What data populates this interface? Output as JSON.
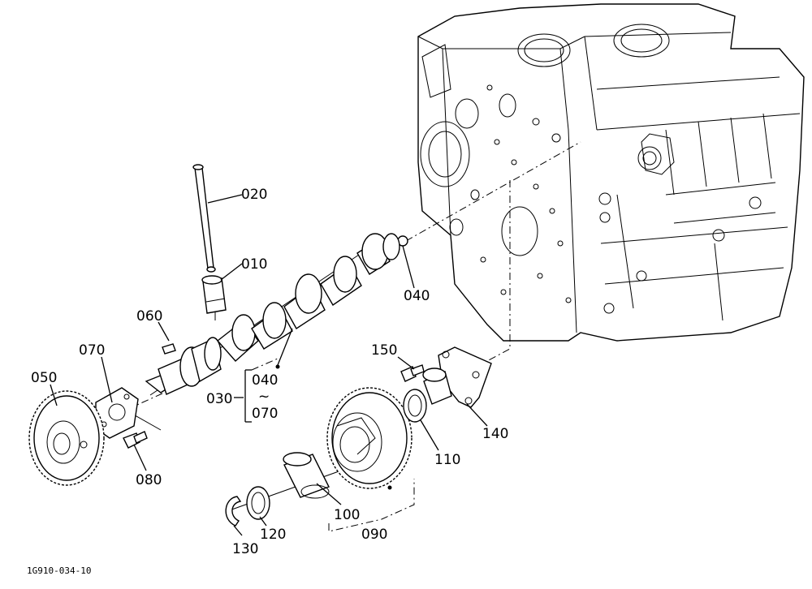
{
  "diagram": {
    "callouts": {
      "c010": "010",
      "c020": "020",
      "c030": "030",
      "c040": "040",
      "c050": "050",
      "c060": "060",
      "c070": "070",
      "c080": "080",
      "c090": "090",
      "c100": "100",
      "c110": "110",
      "c120": "120",
      "c130": "130",
      "c140": "140",
      "c150": "150"
    },
    "range_group": {
      "from": "040",
      "separator": "~",
      "to": "070"
    },
    "doc_id": "1G910-034-10"
  }
}
